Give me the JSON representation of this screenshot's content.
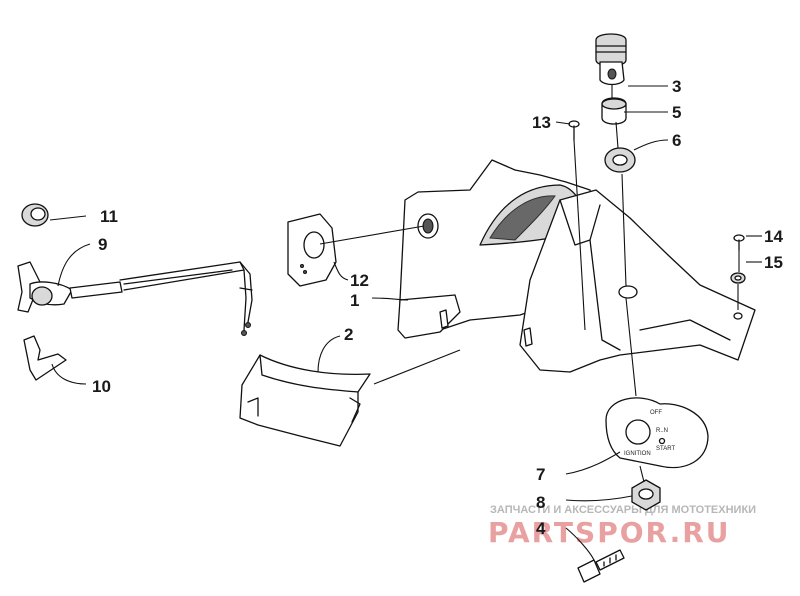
{
  "callouts": [
    {
      "num": "1"
    },
    {
      "num": "2"
    },
    {
      "num": "3"
    },
    {
      "num": "4"
    },
    {
      "num": "5"
    },
    {
      "num": "6"
    },
    {
      "num": "7"
    },
    {
      "num": "8"
    },
    {
      "num": "9"
    },
    {
      "num": "10"
    },
    {
      "num": "11"
    },
    {
      "num": "12"
    },
    {
      "num": "13"
    },
    {
      "num": "14"
    },
    {
      "num": "15"
    }
  ],
  "ignition_dial": {
    "off": "OFF",
    "run": "R..N",
    "start": "START",
    "ignition": "IGNITION"
  },
  "watermark": {
    "tagline": "ЗАПЧАСТИ И АКСЕССУАРЫ ДЛЯ МОТОТЕХНИКИ",
    "brand": "PARTSPOR.RU",
    "color": "#e8a0a0"
  }
}
